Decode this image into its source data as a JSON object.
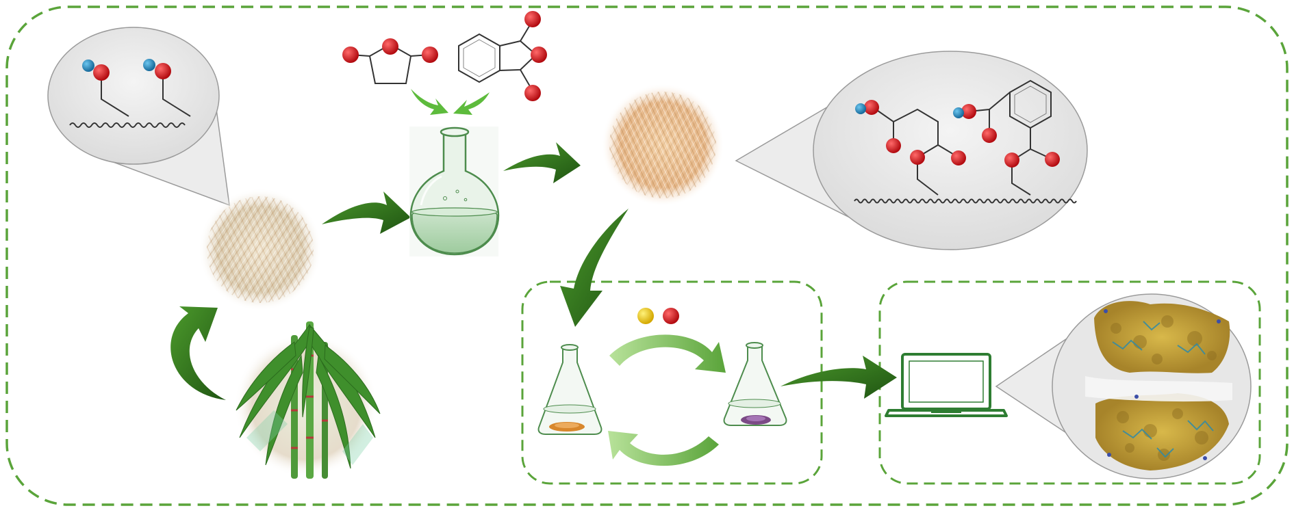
{
  "diagram": {
    "colors": {
      "dash_border": "#5aa43a",
      "arrow_dark": "#2f6b1c",
      "arrow_mid": "#3f8a26",
      "arrow_light": "#8fd06a",
      "oxygen": "#d11218",
      "blue_atom": "#1f86b8",
      "fiber_raw": "#dccfb6",
      "fiber_modified": "#e7b98c",
      "bubble_fill": "#ececec",
      "gold_surface": "#c9a53a",
      "laptop": "#2e7d32"
    },
    "steps": [
      {
        "id": "plant",
        "icon": "sugarcane-plant-icon"
      },
      {
        "id": "raw_fiber",
        "icon": "raw-bagasse-fiber-icon"
      },
      {
        "id": "reaction",
        "icon": "round-bottom-flask-icon"
      },
      {
        "id": "modified_fiber",
        "icon": "modified-bagasse-fiber-icon"
      },
      {
        "id": "adsorption",
        "icon": "erlenmeyer-flask-icon"
      },
      {
        "id": "simulation",
        "icon": "laptop-icon"
      }
    ],
    "reagents": [
      "succinic-anhydride-icon",
      "phthalic-anhydride-icon"
    ],
    "metal_ions": [
      "yellow",
      "red"
    ]
  }
}
